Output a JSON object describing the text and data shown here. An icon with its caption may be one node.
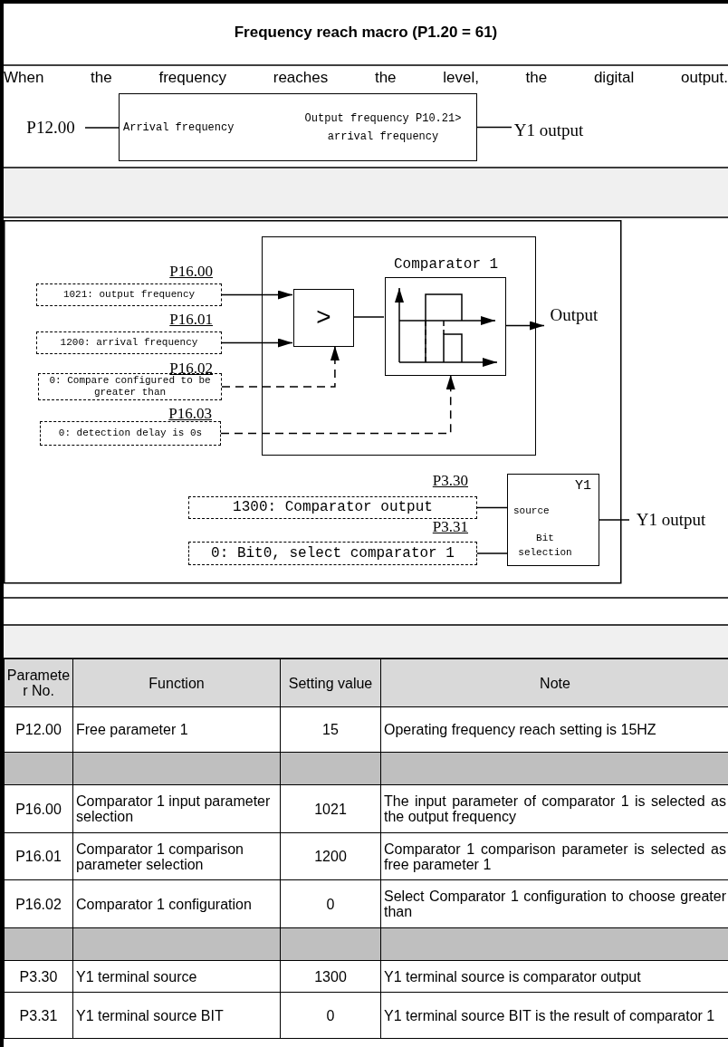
{
  "diagram": {
    "title": "Frequency reach macro (P1.20 = 61)",
    "nodes": [
      {
        "text": [
          "P12.00"
        ]
      },
      {
        "text": [
          "Arrival frequency",
          "Output frequency P10.21> arrival frequency"
        ]
      },
      {
        "text": [
          "Y1 output"
        ]
      },
      {
        "text": [
          "1021: output frequency"
        ],
        "beside": [
          "P16.00"
        ]
      },
      {
        "text": [
          "1200: arrival frequency"
        ],
        "beside": [
          "P16.01"
        ]
      },
      {
        "text": [
          "0: Compare configured to be greater than"
        ],
        "beside": [
          "P16.02"
        ]
      },
      {
        "text": [
          "0: detection delay is 0s"
        ],
        "beside": [
          "P16.03"
        ]
      },
      {
        "text": [],
        "shape": "box"
      },
      {
        "text": [
          ">"
        ],
        "in": 7
      },
      {
        "text": [
          "Comparator 1"
        ],
        "in": 7
      },
      {
        "text": [
          "Output"
        ]
      },
      {
        "text": [
          "1300: Comparator output"
        ],
        "beside": [
          "P3.30"
        ]
      },
      {
        "text": [
          "0: Bit0, select comparator 1"
        ],
        "beside": [
          "P3.31"
        ]
      },
      {
        "text": [
          "Y1",
          "source",
          "Bit selection"
        ]
      },
      {
        "text": [
          "Y1 output"
        ]
      }
    ],
    "edges": [
      {
        "from": 0,
        "to": 1,
        "arrow": "none"
      },
      {
        "from": 1,
        "to": 2,
        "arrow": "none"
      },
      {
        "from": 3,
        "to": 8,
        "arrow": "to"
      },
      {
        "from": 4,
        "to": 8,
        "arrow": "to"
      },
      {
        "from": 5,
        "to": 8,
        "arrow": "to",
        "style": "dashed"
      },
      {
        "from": 6,
        "to": 9,
        "arrow": "to",
        "style": "dashed"
      },
      {
        "from": 8,
        "to": 9,
        "arrow": "none"
      },
      {
        "from": 9,
        "to": 10,
        "arrow": "to"
      },
      {
        "from": 11,
        "to": 13,
        "arrow": "none"
      },
      {
        "from": 12,
        "to": 13,
        "arrow": "none"
      },
      {
        "from": 13,
        "to": 14,
        "arrow": "none"
      }
    ],
    "labels": [
      "When the frequency reaches the level, the digital output.",
      "Parameter No.",
      "Function",
      "Setting value",
      "Note",
      "P12.00",
      "Free parameter 1",
      "15",
      "Operating frequency reach setting is 15HZ",
      "P16.00",
      "Comparator 1 input parameter selection",
      "1021",
      "The input parameter of comparator 1 is selected as the output frequency",
      "P16.01",
      "Comparator 1 comparison parameter selection",
      "1200",
      "Comparator 1 comparison parameter is selected as free parameter 1",
      "P16.02",
      "Comparator 1 configuration",
      "0",
      "Select Comparator 1 configuration to choose greater than",
      "P3.30",
      "Y1 terminal source",
      "1300",
      "Y1 terminal source is comparator output",
      "P3.31",
      "Y1 terminal source BIT",
      "0",
      "Y1 terminal source BIT is the result of comparator 1"
    ]
  }
}
